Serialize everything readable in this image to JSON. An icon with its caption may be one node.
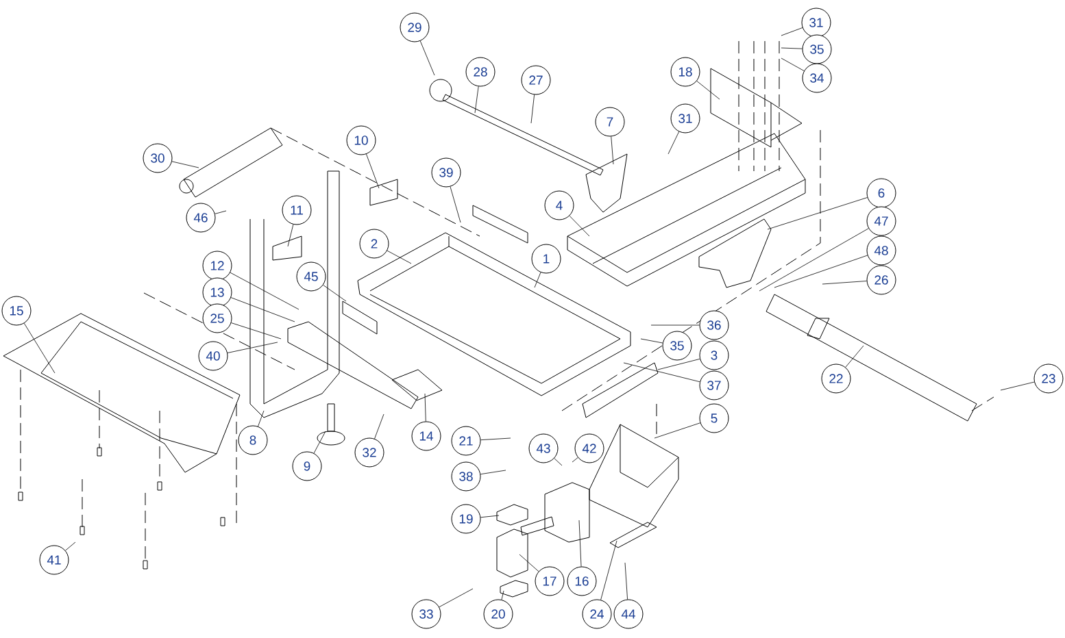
{
  "diagram": {
    "nodes": [
      {
        "text": [
          "29"
        ]
      },
      {
        "text": [
          "28"
        ]
      },
      {
        "text": [
          "27"
        ]
      },
      {
        "text": [
          "7"
        ]
      },
      {
        "text": [
          "30"
        ]
      },
      {
        "text": [
          "10"
        ]
      },
      {
        "text": [
          "39"
        ]
      },
      {
        "text": [
          "46"
        ]
      },
      {
        "text": [
          "11"
        ]
      },
      {
        "text": [
          "2"
        ]
      },
      {
        "text": [
          "1"
        ]
      },
      {
        "text": [
          "4"
        ]
      },
      {
        "text": [
          "18"
        ]
      },
      {
        "text": [
          "31"
        ]
      },
      {
        "text": [
          "35"
        ]
      },
      {
        "text": [
          "34"
        ]
      },
      {
        "text": [
          "31"
        ]
      },
      {
        "text": [
          "6"
        ]
      },
      {
        "text": [
          "47"
        ]
      },
      {
        "text": [
          "48"
        ]
      },
      {
        "text": [
          "26"
        ]
      },
      {
        "text": [
          "12"
        ]
      },
      {
        "text": [
          "13"
        ]
      },
      {
        "text": [
          "45"
        ]
      },
      {
        "text": [
          "25"
        ]
      },
      {
        "text": [
          "15"
        ]
      },
      {
        "text": [
          "40"
        ]
      },
      {
        "text": [
          "36"
        ]
      },
      {
        "text": [
          "35"
        ]
      },
      {
        "text": [
          "3"
        ]
      },
      {
        "text": [
          "37"
        ]
      },
      {
        "text": [
          "22"
        ]
      },
      {
        "text": [
          "23"
        ]
      },
      {
        "text": [
          "5"
        ]
      },
      {
        "text": [
          "8"
        ]
      },
      {
        "text": [
          "14"
        ]
      },
      {
        "text": [
          "32"
        ]
      },
      {
        "text": [
          "9"
        ]
      },
      {
        "text": [
          "21"
        ]
      },
      {
        "text": [
          "43"
        ]
      },
      {
        "text": [
          "42"
        ]
      },
      {
        "text": [
          "38"
        ]
      },
      {
        "text": [
          "19"
        ]
      },
      {
        "text": [
          "17"
        ]
      },
      {
        "text": [
          "16"
        ]
      },
      {
        "text": [
          "33"
        ]
      },
      {
        "text": [
          "20"
        ]
      },
      {
        "text": [
          "24"
        ]
      },
      {
        "text": [
          "44"
        ]
      },
      {
        "text": [
          "41"
        ]
      }
    ],
    "edges": [
      {
        "from": 0,
        "to": null,
        "arrow": "none"
      },
      {
        "from": 1,
        "to": null,
        "arrow": "none"
      },
      {
        "from": 2,
        "to": null,
        "arrow": "none"
      },
      {
        "from": 3,
        "to": null,
        "arrow": "none"
      },
      {
        "from": 4,
        "to": null,
        "arrow": "none"
      },
      {
        "from": 5,
        "to": null,
        "arrow": "none"
      },
      {
        "from": 6,
        "to": null,
        "arrow": "none"
      },
      {
        "from": 7,
        "to": null,
        "arrow": "none"
      },
      {
        "from": 8,
        "to": null,
        "arrow": "none"
      },
      {
        "from": 9,
        "to": null,
        "arrow": "none"
      },
      {
        "from": 10,
        "to": null,
        "arrow": "none"
      },
      {
        "from": 11,
        "to": null,
        "arrow": "none"
      },
      {
        "from": 12,
        "to": null,
        "arrow": "none"
      },
      {
        "from": 13,
        "to": null,
        "arrow": "none"
      },
      {
        "from": 14,
        "to": null,
        "arrow": "none"
      },
      {
        "from": 15,
        "to": null,
        "arrow": "none"
      },
      {
        "from": 16,
        "to": null,
        "arrow": "none"
      },
      {
        "from": 17,
        "to": null,
        "arrow": "none"
      },
      {
        "from": 18,
        "to": null,
        "arrow": "none"
      },
      {
        "from": 19,
        "to": null,
        "arrow": "none"
      },
      {
        "from": 20,
        "to": null,
        "arrow": "none"
      },
      {
        "from": 21,
        "to": null,
        "arrow": "none"
      },
      {
        "from": 22,
        "to": null,
        "arrow": "none"
      },
      {
        "from": 23,
        "to": null,
        "arrow": "none"
      },
      {
        "from": 24,
        "to": null,
        "arrow": "none"
      },
      {
        "from": 25,
        "to": null,
        "arrow": "none"
      },
      {
        "from": 26,
        "to": null,
        "arrow": "none"
      },
      {
        "from": 27,
        "to": null,
        "arrow": "none"
      },
      {
        "from": 28,
        "to": null,
        "arrow": "none"
      },
      {
        "from": 29,
        "to": null,
        "arrow": "none"
      },
      {
        "from": 30,
        "to": null,
        "arrow": "none"
      },
      {
        "from": 31,
        "to": null,
        "arrow": "none"
      },
      {
        "from": 32,
        "to": null,
        "arrow": "none"
      },
      {
        "from": 33,
        "to": null,
        "arrow": "none"
      },
      {
        "from": 34,
        "to": null,
        "arrow": "none"
      },
      {
        "from": 35,
        "to": null,
        "arrow": "none"
      },
      {
        "from": 36,
        "to": null,
        "arrow": "none"
      },
      {
        "from": 37,
        "to": null,
        "arrow": "none"
      },
      {
        "from": 38,
        "to": null,
        "arrow": "none"
      },
      {
        "from": 39,
        "to": null,
        "arrow": "none"
      },
      {
        "from": 40,
        "to": null,
        "arrow": "none"
      },
      {
        "from": 41,
        "to": null,
        "arrow": "none"
      },
      {
        "from": 42,
        "to": null,
        "arrow": "none"
      },
      {
        "from": 43,
        "to": null,
        "arrow": "none"
      },
      {
        "from": 44,
        "to": null,
        "arrow": "none"
      },
      {
        "from": 45,
        "to": null,
        "arrow": "none"
      },
      {
        "from": 46,
        "to": null,
        "arrow": "none"
      },
      {
        "from": 47,
        "to": null,
        "arrow": "none"
      },
      {
        "from": 48,
        "to": null,
        "arrow": "none"
      },
      {
        "from": 49,
        "to": null,
        "arrow": "none"
      }
    ]
  }
}
